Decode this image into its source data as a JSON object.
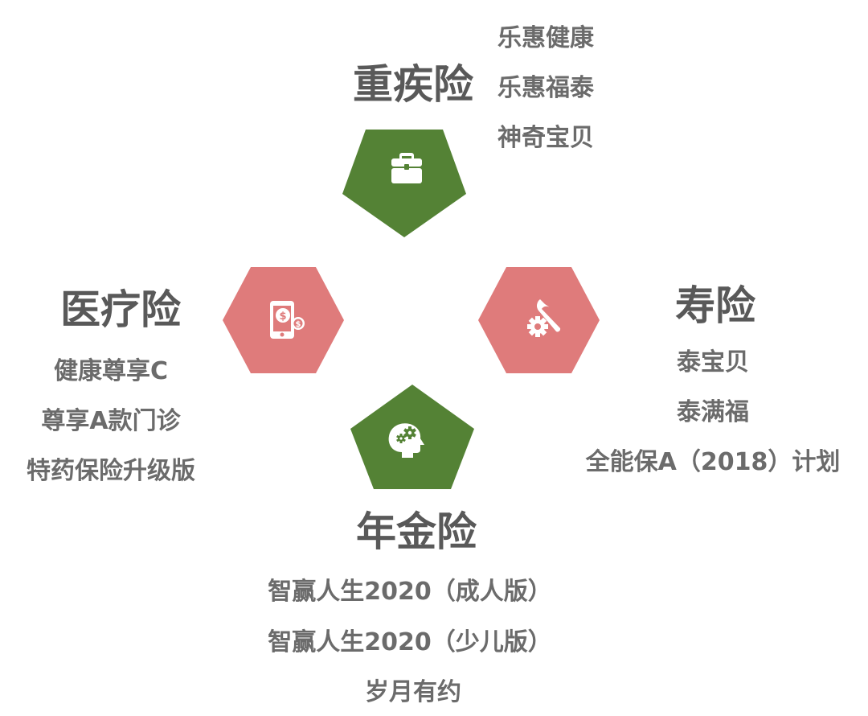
{
  "colors": {
    "green": "#548235",
    "pink": "#df7b7b",
    "icon": "#ffffff",
    "title_text": "#595959",
    "item_text": "#6b6b6b"
  },
  "groups": {
    "critical_illness": {
      "title": "重疾险",
      "icon": "briefcase-icon",
      "items": [
        "乐惠健康",
        "乐惠福泰",
        "神奇宝贝"
      ]
    },
    "medical": {
      "title": "医疗险",
      "icon": "phone-payment-icon",
      "items": [
        "健康尊享C",
        "尊享A款门诊",
        "特药保险升级版"
      ]
    },
    "life": {
      "title": "寿险",
      "icon": "wrench-gear-icon",
      "items": [
        "泰宝贝",
        "泰满福",
        "全能保A（2018）计划"
      ]
    },
    "annuity": {
      "title": "年金险",
      "icon": "head-gears-icon",
      "items": [
        "智赢人生2020（成人版）",
        "智赢人生2020（少儿版）",
        "岁月有约"
      ]
    }
  }
}
